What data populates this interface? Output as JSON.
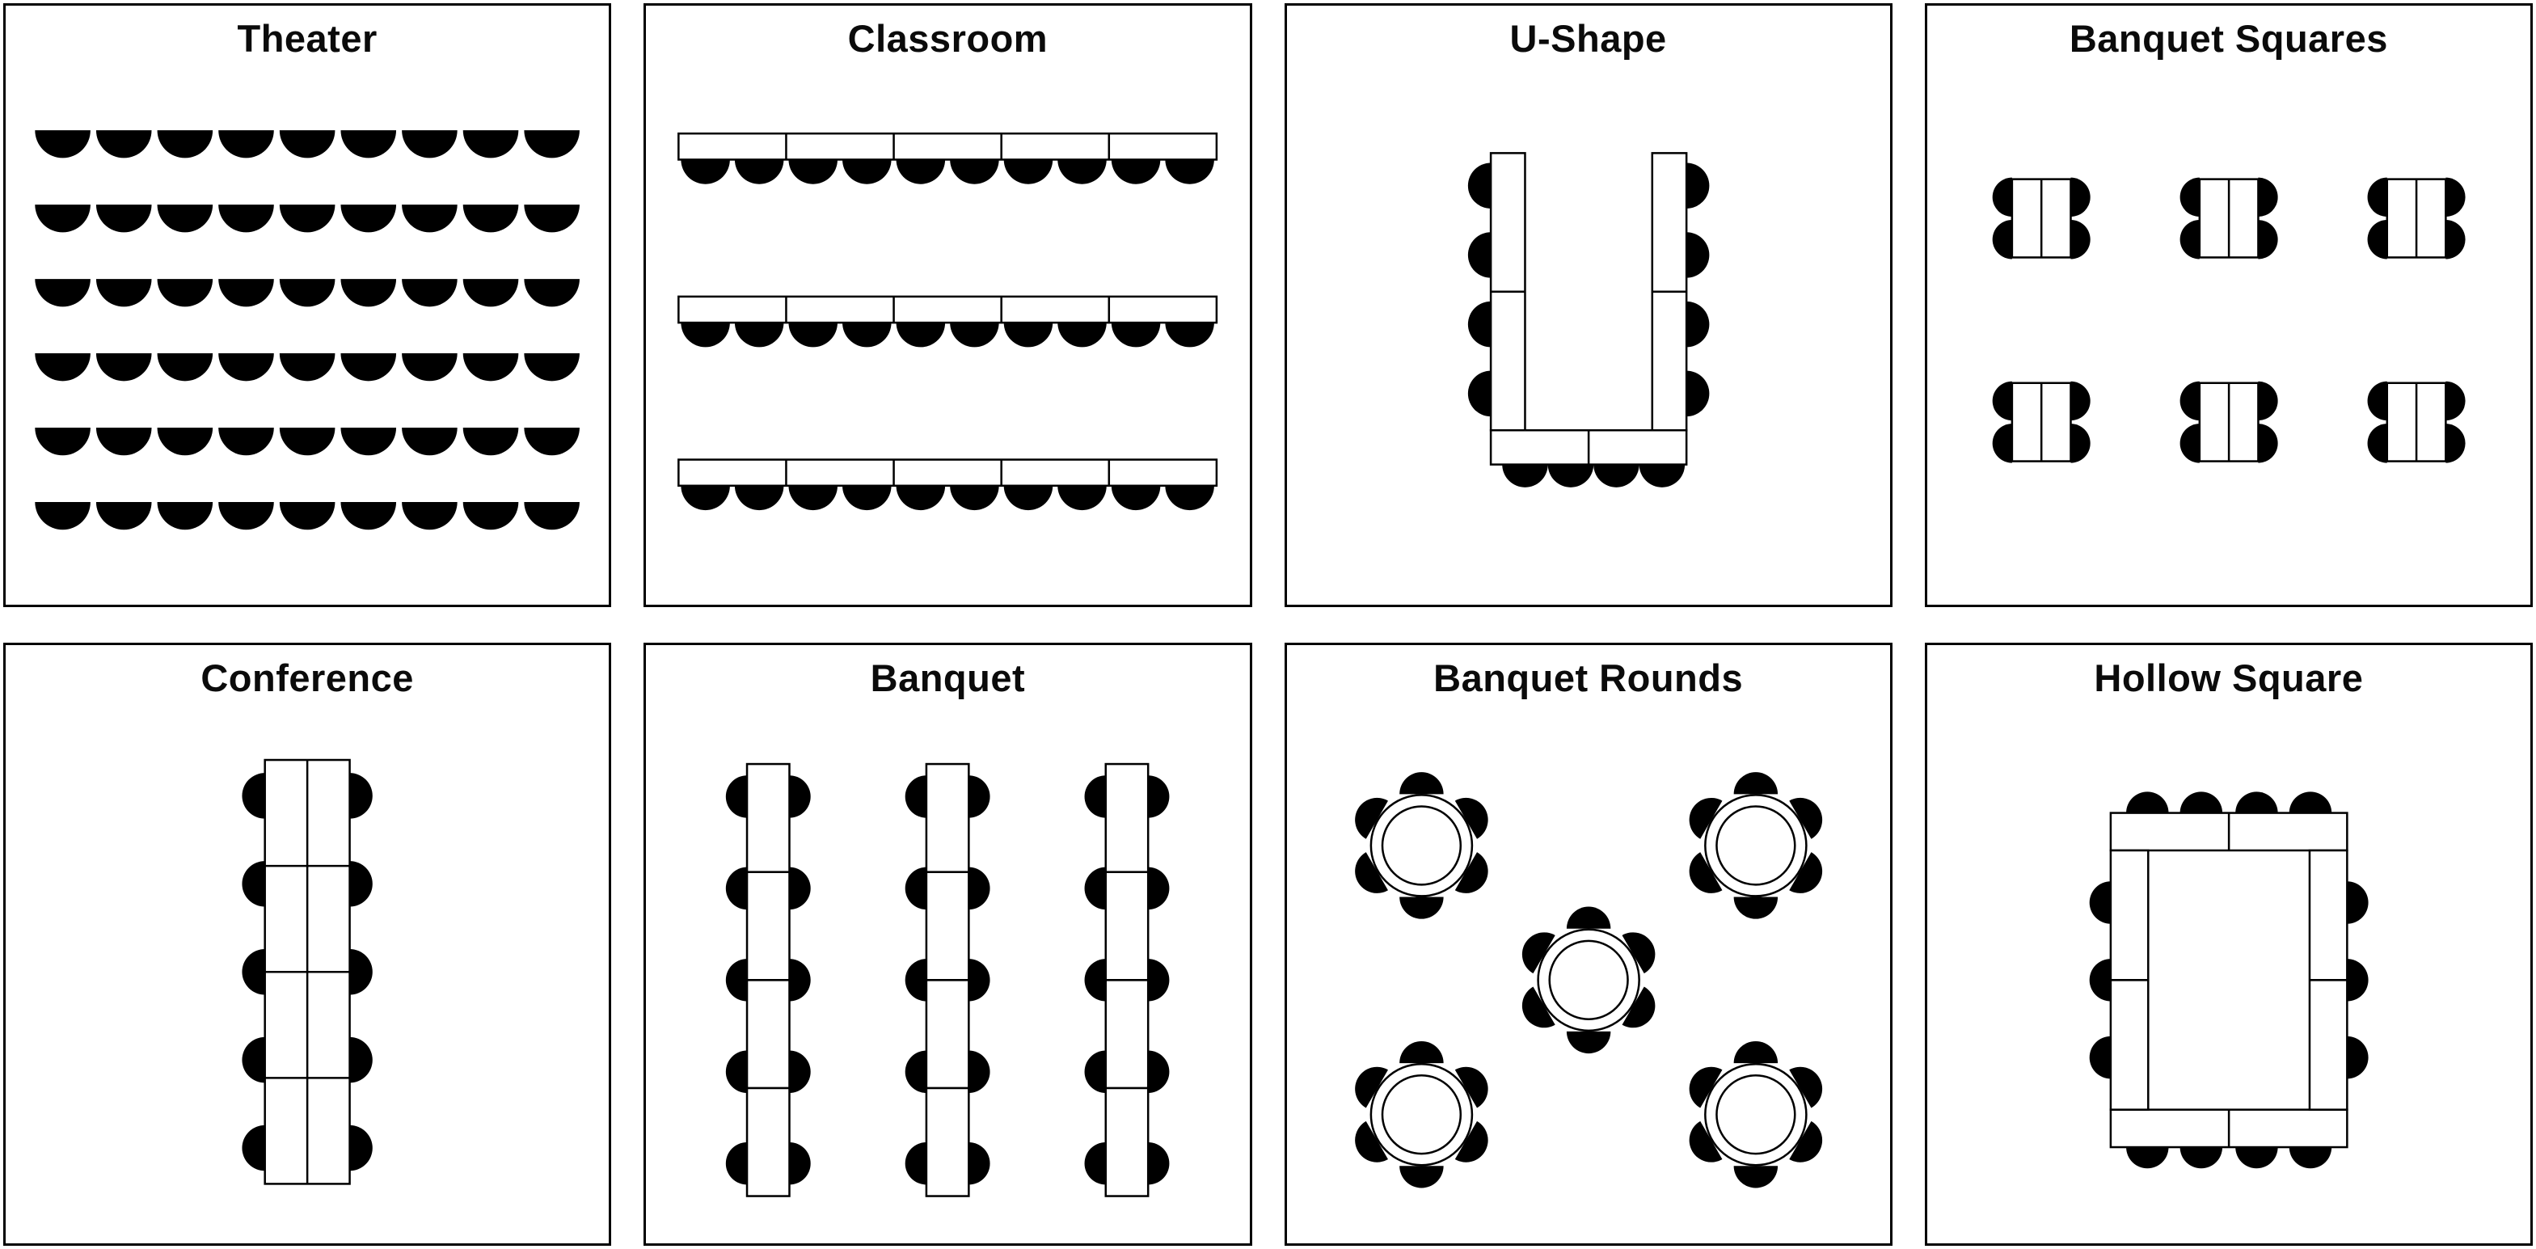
{
  "page": {
    "background": "#ffffff",
    "panel_border_color": "#000000",
    "chair_color": "#000000",
    "table_fill": "#ffffff",
    "table_stroke": "#000000"
  },
  "panels": [
    {
      "id": "theater",
      "title": "Theater",
      "layout": {
        "type": "theater",
        "rows": 6,
        "seats_per_row": 9
      }
    },
    {
      "id": "classroom",
      "title": "Classroom",
      "layout": {
        "type": "classroom",
        "table_rows": 3,
        "segments_per_table": 5,
        "chairs_per_table": 10
      }
    },
    {
      "id": "u-shape",
      "title": "U-Shape",
      "layout": {
        "type": "u_shape",
        "segments_per_arm": 2,
        "bottom_segments": 2,
        "chairs_per_arm": 4,
        "bottom_chairs": 4
      }
    },
    {
      "id": "banquet-squares",
      "title": "Banquet Squares",
      "layout": {
        "type": "banquet_squares",
        "rows": 2,
        "cols": 3,
        "chairs_per_side": 2
      }
    },
    {
      "id": "conference",
      "title": "Conference",
      "layout": {
        "type": "conference",
        "segment_rows": 4,
        "segment_cols": 2,
        "chairs_per_side": 5
      }
    },
    {
      "id": "banquet",
      "title": "Banquet",
      "layout": {
        "type": "banquet",
        "tables": 3,
        "segments_per_table": 4,
        "chairs_per_side": 5
      }
    },
    {
      "id": "banquet-rounds",
      "title": "Banquet Rounds",
      "layout": {
        "type": "banquet_rounds",
        "tables": 5,
        "chairs_per_table": 6
      }
    },
    {
      "id": "hollow-square",
      "title": "Hollow Square",
      "layout": {
        "type": "hollow_square",
        "segments_per_side": 2,
        "chairs_top_bottom": 4,
        "chairs_left_right": 3
      }
    }
  ]
}
